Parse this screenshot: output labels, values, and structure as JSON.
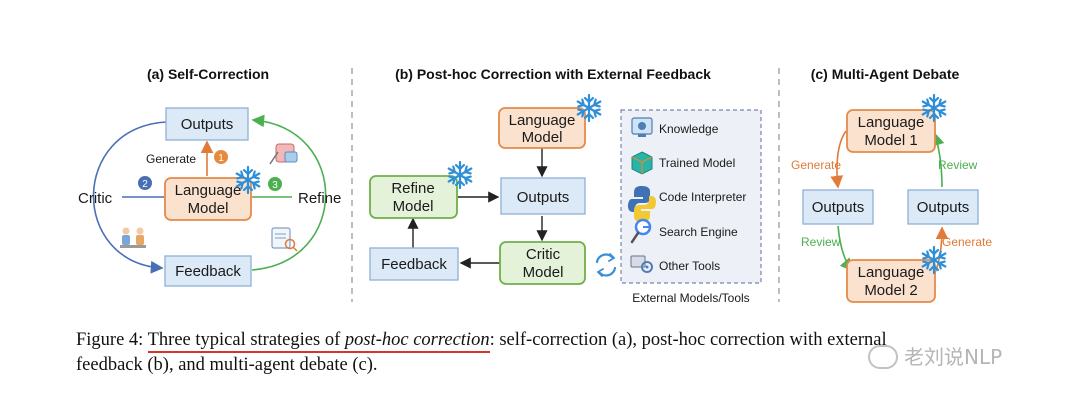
{
  "panels": {
    "a": {
      "title": "(a) Self-Correction",
      "outputs": "Outputs",
      "lm_line1": "Language",
      "lm_line2": "Model",
      "feedback": "Feedback",
      "generate": "Generate",
      "critic": "Critic",
      "refine": "Refine",
      "step1": "1",
      "step2": "2",
      "step3": "3"
    },
    "b": {
      "title": "(b) Post-hoc Correction with External Feedback",
      "lm_line1": "Language",
      "lm_line2": "Model",
      "outputs": "Outputs",
      "refine_line1": "Refine",
      "refine_line2": "Model",
      "critic_line1": "Critic",
      "critic_line2": "Model",
      "feedback": "Feedback",
      "tools": [
        "Knowledge",
        "Trained Model",
        "Code Interpreter",
        "Search Engine",
        "Other Tools"
      ],
      "tools_label": "External Models/Tools"
    },
    "c": {
      "title": "(c) Multi-Agent Debate",
      "lm1_line1": "Language",
      "lm1_line2": "Model 1",
      "lm2_line1": "Language",
      "lm2_line2": "Model 2",
      "outputs_left": "Outputs",
      "outputs_right": "Outputs",
      "generate_top": "Generate",
      "review_top": "Review",
      "review_bottom": "Review",
      "generate_bottom": "Generate"
    }
  },
  "caption": {
    "prefix": "Figure 4: ",
    "underlined_part1": "Three typical strategies of ",
    "underlined_italic": "post-hoc correction",
    "colon": ":",
    "rest_line1": " self-correction (a), post-hoc correction with external",
    "line2": "feedback (b), and multi-agent debate (c)."
  },
  "watermark": "老刘说NLP",
  "colors": {
    "blue_fill": "#dce9f7",
    "blue_stroke": "#8fb0d6",
    "orange_fill": "#fbe2cf",
    "orange_stroke": "#e38b4a",
    "green_fill": "#e4f2d9",
    "green_stroke": "#6fb04a",
    "arrow_blue": "#4a6fb5",
    "arrow_green": "#4caf50",
    "arrow_orange": "#e07b39",
    "snowflake": "#2e8fd8"
  }
}
